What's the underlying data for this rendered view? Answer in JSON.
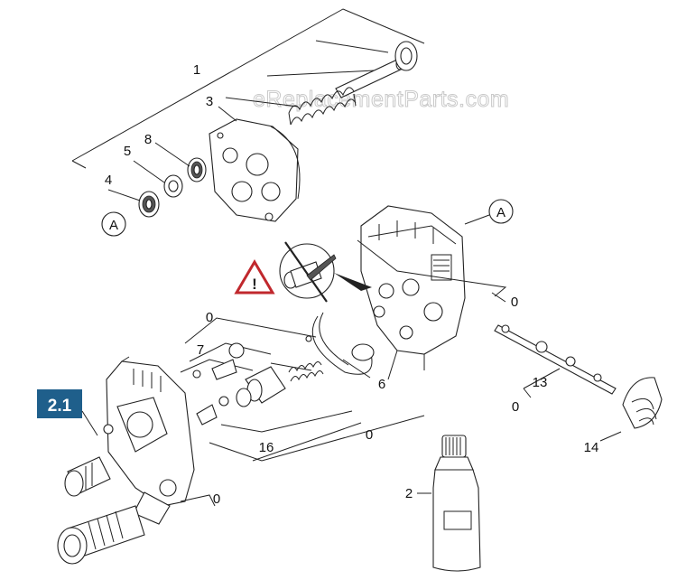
{
  "watermark": "eReplacementParts.com",
  "badge": {
    "text": "2.1",
    "color": "#1f5f8b"
  },
  "warning": {
    "icon": "warning-triangle-icon",
    "glyph": "!",
    "color": "#c0282d"
  },
  "circle_markers": [
    "A",
    "A"
  ],
  "callouts": {
    "c1": "1",
    "c2": "2",
    "c3": "3",
    "c4": "4",
    "c5": "5",
    "c6": "6",
    "c7": "7",
    "c8": "8",
    "c13": "13",
    "c14": "14",
    "c16": "16",
    "z1": "0",
    "z2": "0",
    "z3": "0",
    "z4": "0",
    "z5": "0"
  }
}
